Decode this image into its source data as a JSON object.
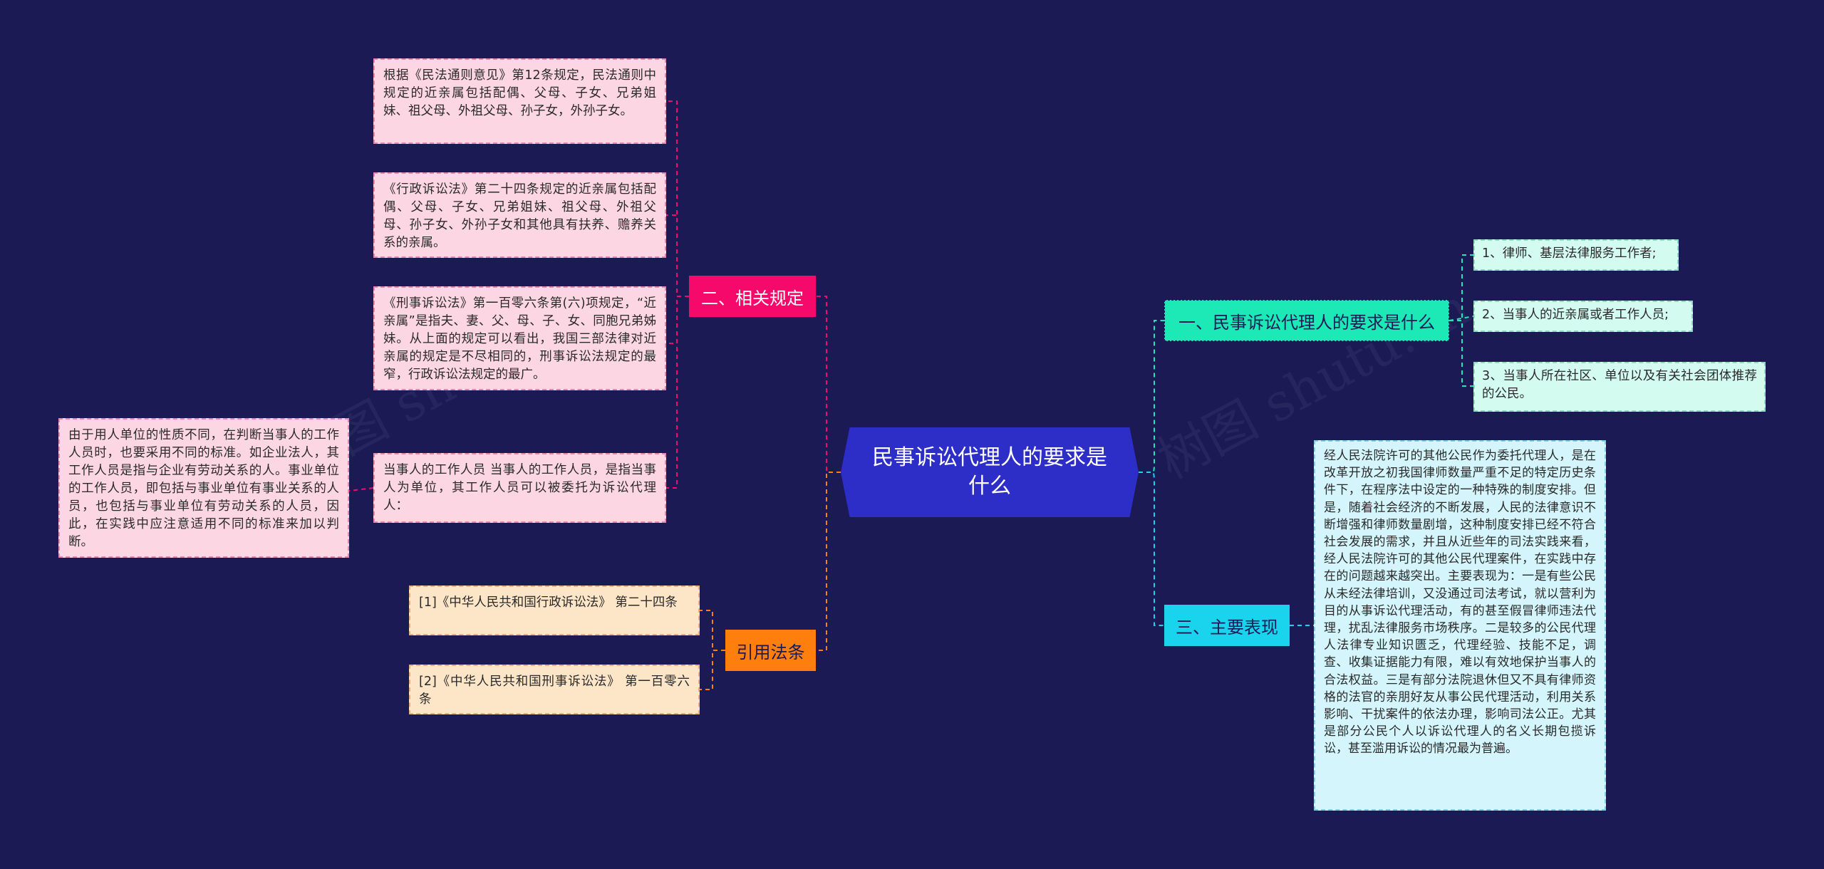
{
  "center": {
    "title": "民事诉讼代理人的要求是什么"
  },
  "branches": {
    "requirements": {
      "label": "一、民事诉讼代理人的要求是什么",
      "items": [
        "1、律师、基层法律服务工作者;",
        "2、当事人的近亲属或者工作人员;",
        "3、当事人所在社区、单位以及有关社会团体推荐的公民。"
      ]
    },
    "manifestations": {
      "label": "三、主要表现",
      "text": "经人民法院许可的其他公民作为委托代理人，是在改革开放之初我国律师数量严重不足的特定历史条件下，在程序法中设定的一种特殊的制度安排。但是，随着社会经济的不断发展，人民的法律意识不断增强和律师数量剧增，这种制度安排已经不符合社会发展的需求，并且从近些年的司法实践来看，经人民法院许可的其他公民代理案件，在实践中存在的问题越来越突出。主要表现为：一是有些公民从未经法律培训，又没通过司法考试，就以营利为目的从事诉讼代理活动，有的甚至假冒律师违法代理，扰乱法律服务市场秩序。二是较多的公民代理人法律专业知识匮乏，代理经验、技能不足，调查、收集证据能力有限，难以有效地保护当事人的合法权益。三是有部分法院退休但又不具有律师资格的法官的亲朋好友从事公民代理活动，利用关系影响、干扰案件的依法办理，影响司法公正。尤其是部分公民个人以诉讼代理人的名义长期包揽诉讼，甚至滥用诉讼的情况最为普遍。"
    },
    "regulations": {
      "label": "二、相关规定",
      "items": [
        "根据《民法通则意见》第12条规定，民法通则中规定的近亲属包括配偶、父母、子女、兄弟姐妹、祖父母、外祖父母、孙子女，外孙子女。",
        "《行政诉讼法》第二十四条规定的近亲属包括配偶、父母、子女、兄弟姐妹、祖父母、外祖父母、孙子女、外孙子女和其他具有扶养、赡养关系的亲属。",
        "《刑事诉讼法》第一百零六条第(六)项规定，“近亲属”是指夫、妻、父、母、子、女、同胞兄弟姊妹。从上面的规定可以看出，我国三部法律对近亲属的规定是不尽相同的，刑事诉讼法规定的最窄，行政诉讼法规定的最广。",
        "当事人的工作人员 当事人的工作人员，是指当事人为单位，其工作人员可以被委托为诉讼代理人："
      ],
      "sub_item": "由于用人单位的性质不同，在判断当事人的工作人员时，也要采用不同的标准。如企业法人，其工作人员是指与企业有劳动关系的人。事业单位的工作人员，即包括与事业单位有事业关系的人员，也包括与事业单位有劳动关系的人员，因此，在实践中应注意适用不同的标准来加以判断。"
    },
    "citations": {
      "label": "引用法条",
      "items": [
        "[1]《中华人民共和国行政诉讼法》 第二十四条",
        "[2]《中华人民共和国刑事诉讼法》 第一百零六条"
      ]
    }
  },
  "colors": {
    "background": "#1b1a55",
    "center": "#2d2ec8",
    "green_branch": "#1de9b6",
    "cyan_branch": "#1ad4ee",
    "pink_branch": "#f50a6b",
    "orange_branch": "#ff7f0e"
  }
}
